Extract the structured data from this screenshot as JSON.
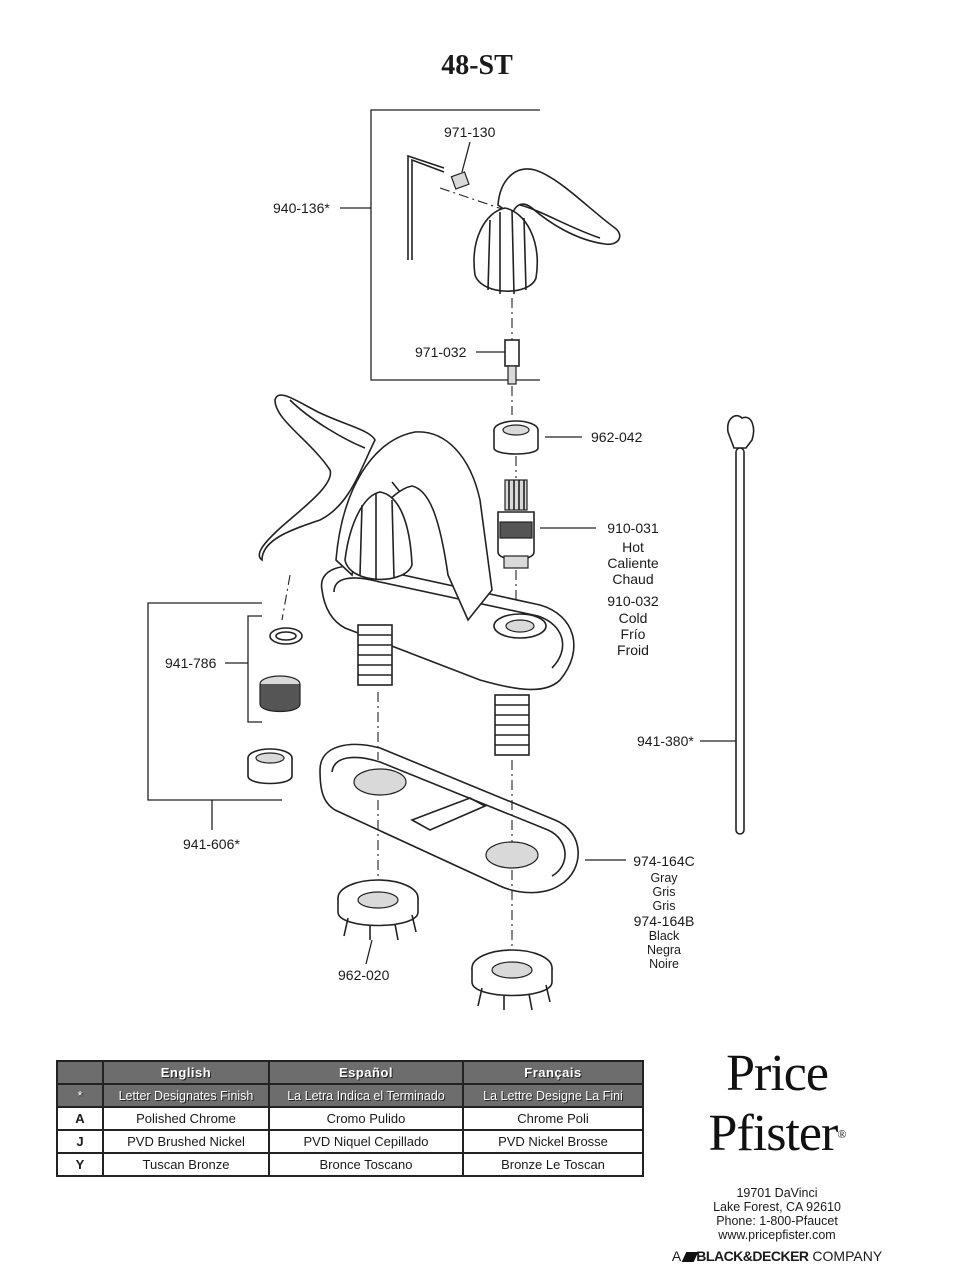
{
  "title": "48-ST",
  "parts": [
    {
      "id": "p1",
      "number": "971-130"
    },
    {
      "id": "p2",
      "number": "940-136*"
    },
    {
      "id": "p3",
      "number": "971-032"
    },
    {
      "id": "p4",
      "number": "962-042"
    },
    {
      "id": "p5",
      "number": "910-031",
      "desc": [
        "Hot",
        "Caliente",
        "Chaud"
      ]
    },
    {
      "id": "p6",
      "number": "910-032",
      "desc": [
        "Cold",
        "Frío",
        "Froid"
      ]
    },
    {
      "id": "p7",
      "number": "941-786"
    },
    {
      "id": "p8",
      "number": "941-380*"
    },
    {
      "id": "p9",
      "number": "941-606*"
    },
    {
      "id": "p10",
      "number": "974-164C",
      "desc": [
        "Gray",
        "Gris",
        "Gris"
      ]
    },
    {
      "id": "p11",
      "number": "974-164B",
      "desc": [
        "Black",
        "Negra",
        "Noire"
      ]
    },
    {
      "id": "p12",
      "number": "962-020"
    }
  ],
  "finish_table": {
    "headers": [
      "English",
      "Español",
      "Français"
    ],
    "note_symbol": "*",
    "note": [
      "Letter Designates Finish",
      "La Letra Indica el Terminado",
      "La Lettre Designe La Fini"
    ],
    "rows": [
      {
        "code": "A",
        "en": "Polished Chrome",
        "es": "Cromo Pulido",
        "fr": "Chrome Poli"
      },
      {
        "code": "J",
        "en": "PVD Brushed Nickel",
        "es": "PVD Niquel Cepillado",
        "fr": "PVD Nickel Brosse"
      },
      {
        "code": "Y",
        "en": "Tuscan Bronze",
        "es": "Bronce Toscano",
        "fr": "Bronze Le Toscan"
      }
    ]
  },
  "brand": {
    "logo": "Price Pfister",
    "address_lines": [
      "19701 DaVinci",
      "Lake Forest, CA 92610",
      "Phone: 1-800-Pfaucet",
      "www.pricepfister.com"
    ],
    "company_prefix": "A",
    "company_name": "BLACK&DECKER",
    "company_suffix": "COMPANY"
  }
}
